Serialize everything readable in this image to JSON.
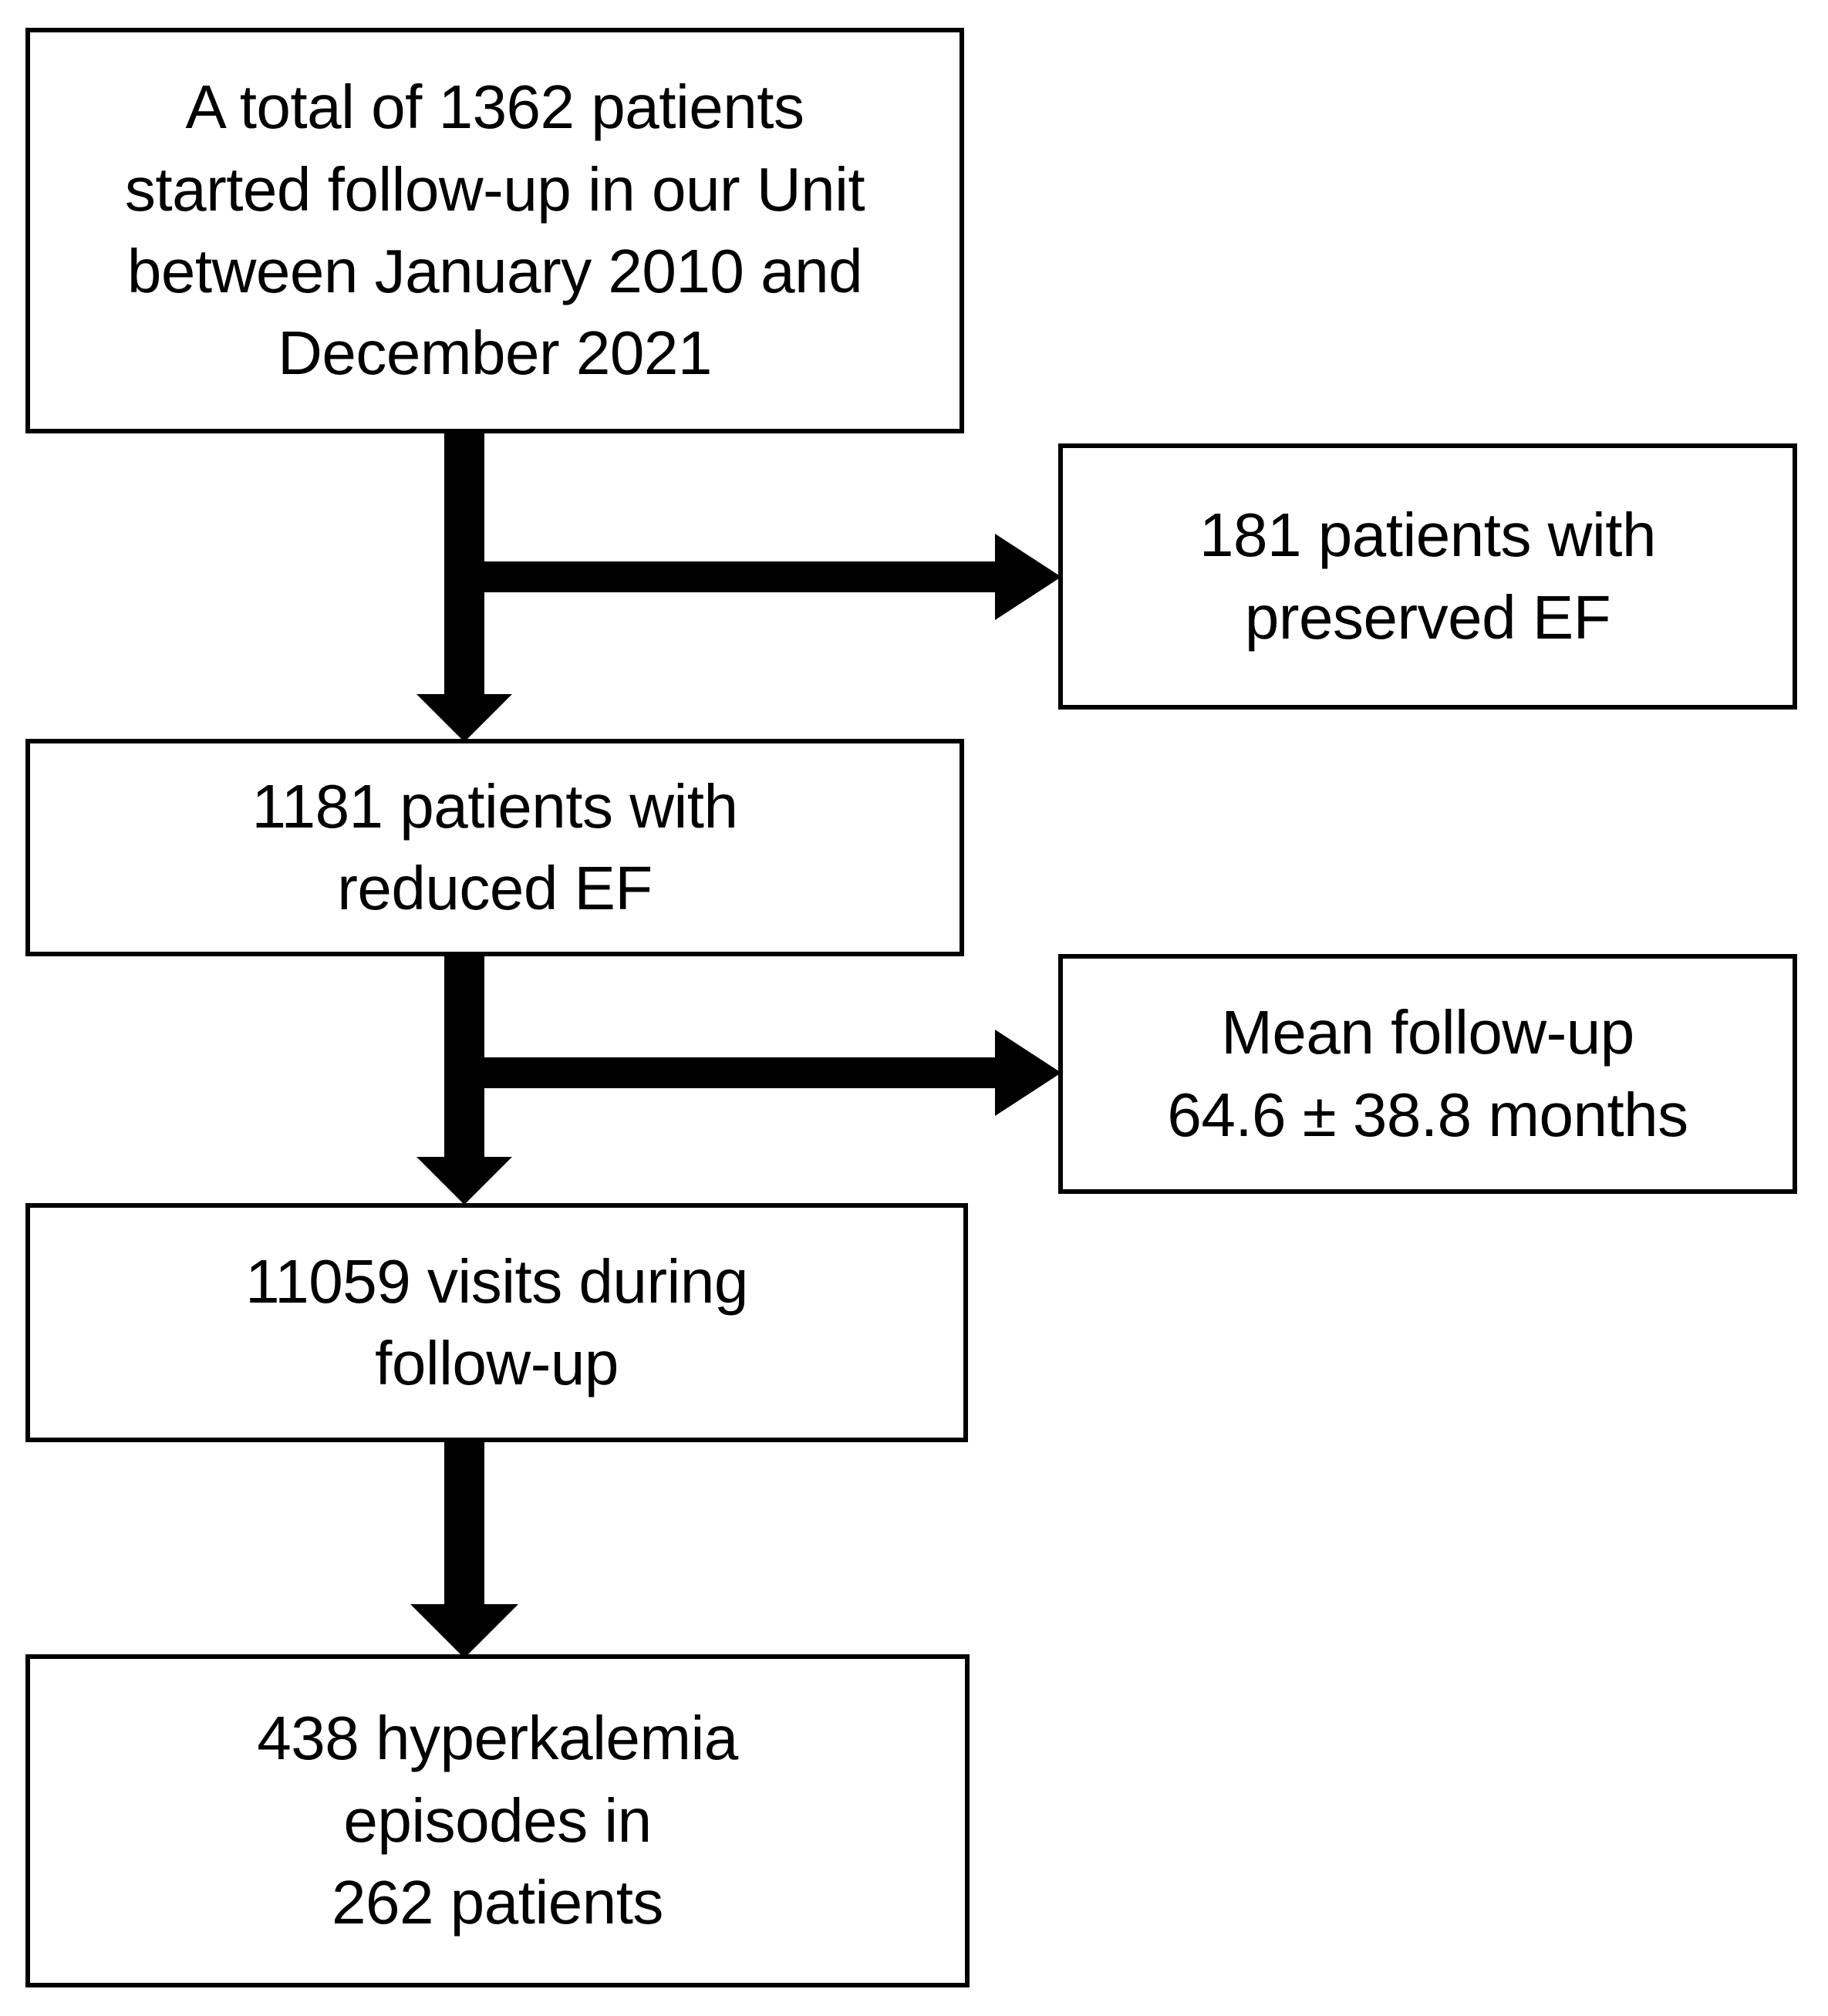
{
  "diagram": {
    "title": "Study patient flow diagram",
    "colors": {
      "stroke": "#000000",
      "fill": "#ffffff",
      "text": "#000000"
    },
    "nodes": {
      "total": "A total of 1362 patients\nstarted follow-up in our Unit\nbetween January 2010 and\nDecember 2021",
      "preserved": "181 patients with\npreserved EF",
      "reduced": "1181 patients with\nreduced EF",
      "mean_followup": "Mean follow-up\n64.6 ± 38.8 months",
      "visits": "11059 visits during\nfollow-up",
      "episodes": "438 hyperkalemia\nepisodes in\n262 patients"
    },
    "connectors": [
      {
        "name": "total-to-reduced",
        "type": "arrow-down"
      },
      {
        "name": "total-to-preserved",
        "type": "arrow-right"
      },
      {
        "name": "reduced-to-visits",
        "type": "arrow-down"
      },
      {
        "name": "reduced-to-mean-followup",
        "type": "arrow-right"
      },
      {
        "name": "visits-to-episodes",
        "type": "arrow-down"
      }
    ]
  }
}
